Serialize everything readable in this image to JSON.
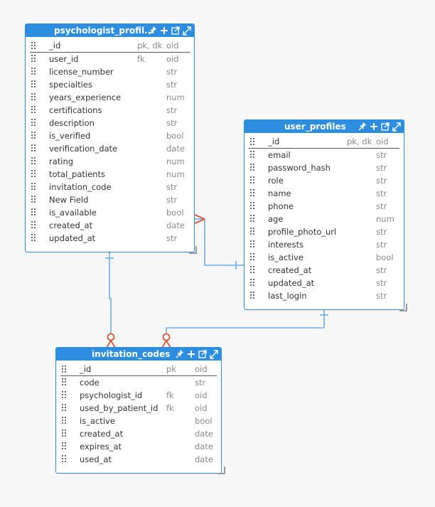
{
  "colors": {
    "accent": "#2d8ee0",
    "relation_line": "#6aaee6",
    "crowfoot": "#d9563a"
  },
  "tables": [
    {
      "id": "psychologist_profiles",
      "title": "psychologist_profil...",
      "icons": [
        "pin-icon",
        "plus-icon",
        "external-link-icon",
        "expand-icon"
      ],
      "columns": [
        {
          "name": "_id",
          "key": "pk, dk",
          "type": "oid"
        },
        {
          "name": "user_id",
          "key": "fk",
          "type": "oid"
        },
        {
          "name": "license_number",
          "key": "",
          "type": "str"
        },
        {
          "name": "specialties",
          "key": "",
          "type": "str"
        },
        {
          "name": "years_experience",
          "key": "",
          "type": "num"
        },
        {
          "name": "certifications",
          "key": "",
          "type": "str"
        },
        {
          "name": "description",
          "key": "",
          "type": "str"
        },
        {
          "name": "is_verified",
          "key": "",
          "type": "bool"
        },
        {
          "name": "verification_date",
          "key": "",
          "type": "date"
        },
        {
          "name": "rating",
          "key": "",
          "type": "num"
        },
        {
          "name": "total_patients",
          "key": "",
          "type": "num"
        },
        {
          "name": "invitation_code",
          "key": "",
          "type": "str"
        },
        {
          "name": "New Field",
          "key": "",
          "type": "str"
        },
        {
          "name": "is_available",
          "key": "",
          "type": "bool"
        },
        {
          "name": "created_at",
          "key": "",
          "type": "date"
        },
        {
          "name": "updated_at",
          "key": "",
          "type": "str"
        }
      ]
    },
    {
      "id": "user_profiles",
      "title": "user_profiles",
      "icons": [
        "pin-icon",
        "plus-icon",
        "external-link-icon",
        "expand-icon"
      ],
      "columns": [
        {
          "name": "_id",
          "key": "pk, dk",
          "type": "oid"
        },
        {
          "name": "email",
          "key": "",
          "type": "str"
        },
        {
          "name": "password_hash",
          "key": "",
          "type": "str"
        },
        {
          "name": "role",
          "key": "",
          "type": "str"
        },
        {
          "name": "name",
          "key": "",
          "type": "str"
        },
        {
          "name": "phone",
          "key": "",
          "type": "str"
        },
        {
          "name": "age",
          "key": "",
          "type": "num"
        },
        {
          "name": "profile_photo_url",
          "key": "",
          "type": "str"
        },
        {
          "name": "interests",
          "key": "",
          "type": "str"
        },
        {
          "name": "is_active",
          "key": "",
          "type": "bool"
        },
        {
          "name": "created_at",
          "key": "",
          "type": "str"
        },
        {
          "name": "updated_at",
          "key": "",
          "type": "str"
        },
        {
          "name": "last_login",
          "key": "",
          "type": "str"
        }
      ]
    },
    {
      "id": "invitation_codes",
      "title": "invitation_codes",
      "icons": [
        "pin-icon",
        "plus-icon",
        "external-link-icon",
        "expand-icon"
      ],
      "columns": [
        {
          "name": "_id",
          "key": "pk",
          "type": "oid"
        },
        {
          "name": "code",
          "key": "",
          "type": "str"
        },
        {
          "name": "psychologist_id",
          "key": "fk",
          "type": "oid"
        },
        {
          "name": "used_by_patient_id",
          "key": "fk",
          "type": "oid"
        },
        {
          "name": "is_active",
          "key": "",
          "type": "bool"
        },
        {
          "name": "created_at",
          "key": "",
          "type": "date"
        },
        {
          "name": "expires_at",
          "key": "",
          "type": "date"
        },
        {
          "name": "used_at",
          "key": "",
          "type": "date"
        }
      ]
    }
  ]
}
